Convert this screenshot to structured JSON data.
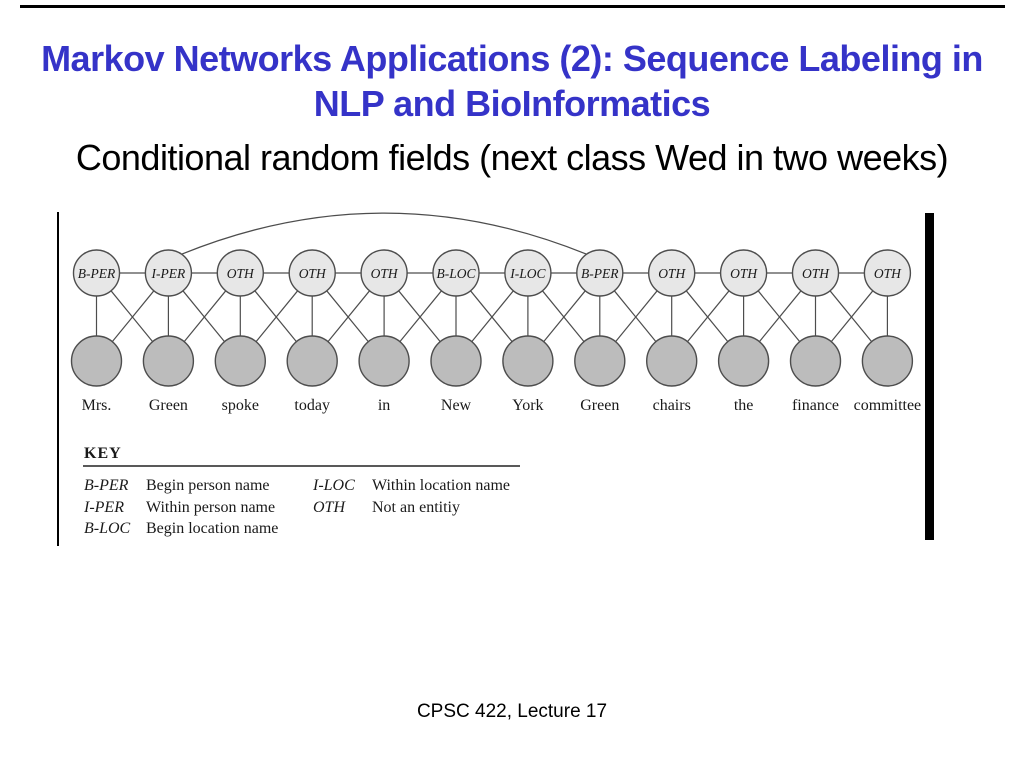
{
  "slide": {
    "title": "Markov Networks Applications (2): Sequence Labeling in NLP and BioInformatics",
    "title_lines": [
      "Markov Networks Applications (2): Sequence Labeling in",
      "NLP and BioInformatics"
    ],
    "title_color": "#3533c8",
    "subtitle": "Conditional random fields (next class Wed in two weeks)",
    "footer": "CPSC 422, Lecture 17"
  },
  "figure": {
    "labels": [
      "B-PER",
      "I-PER",
      "OTH",
      "OTH",
      "OTH",
      "B-LOC",
      "I-LOC",
      "B-PER",
      "OTH",
      "OTH",
      "OTH",
      "OTH"
    ],
    "words": [
      "Mrs.",
      "Green",
      "spoke",
      "today",
      "in",
      "New",
      "York",
      "Green",
      "chairs",
      "the",
      "finance",
      "committee"
    ],
    "long_range_edge": {
      "from_index": 1,
      "to_index": 7,
      "from_label": "I-PER",
      "to_label": "B-PER"
    },
    "key": {
      "heading": "KEY",
      "column1": [
        {
          "term": "B-PER",
          "definition": "Begin person name"
        },
        {
          "term": "I-PER",
          "definition": "Within person name"
        },
        {
          "term": "B-LOC",
          "definition": "Begin location name"
        }
      ],
      "column2": [
        {
          "term": "I-LOC",
          "definition": "Within location name"
        },
        {
          "term": "OTH",
          "definition": "Not an entitiy"
        }
      ]
    },
    "colors": {
      "label_fill": "#e7e7e7",
      "observation_fill": "#bcbcbc",
      "stroke": "#4d4d4d",
      "page_edge": "#000000"
    }
  }
}
